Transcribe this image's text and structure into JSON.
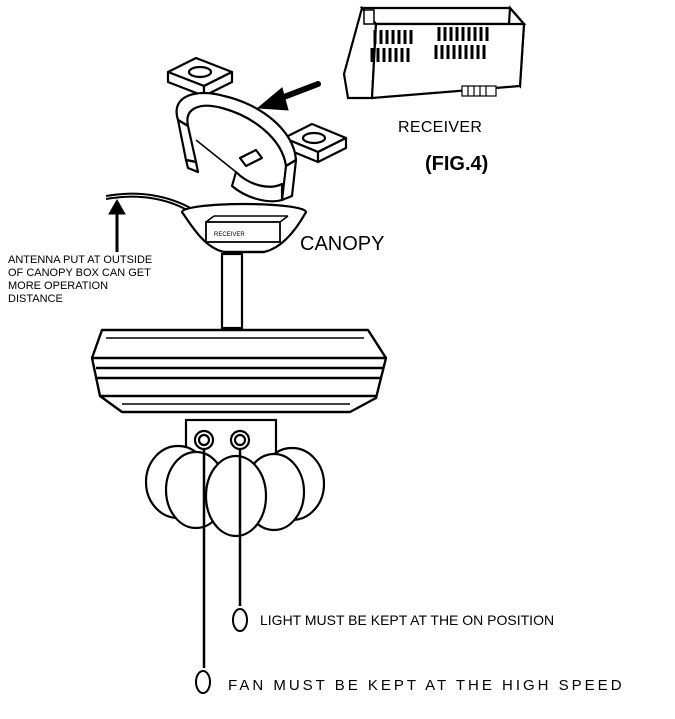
{
  "labels": {
    "receiver": "RECEIVER",
    "figure": "(FIG.4)",
    "canopy": "CANOPY",
    "canopy_receiver_tag": "RECEIVER",
    "antenna_note": [
      "ANTENNA PUT AT OUTSIDE",
      "OF CANOPY BOX CAN GET",
      "MORE OPERATION",
      "DISTANCE"
    ],
    "light_note": "LIGHT MUST BE  KEPT AT THE  ON POSITION",
    "fan_note": "FAN MUST BE KEPT AT THE HIGH SPEED"
  },
  "colors": {
    "ink": "#000000",
    "paper": "#ffffff"
  }
}
